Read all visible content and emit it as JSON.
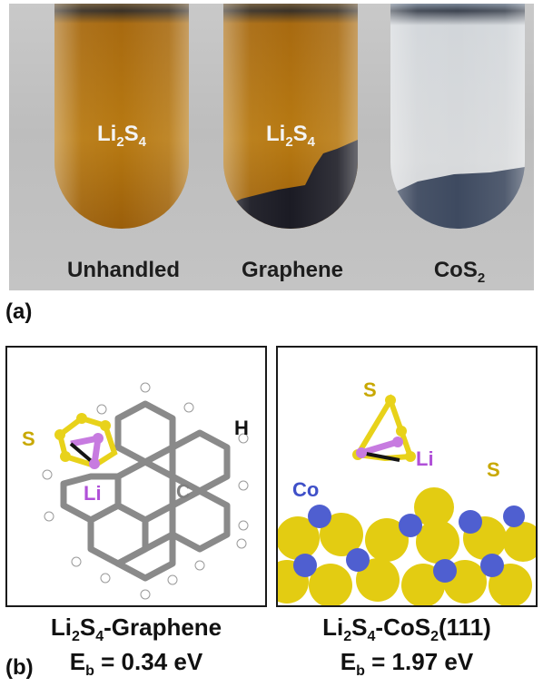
{
  "panel_a": {
    "letter": "(a)",
    "tubes": [
      {
        "name": "Unhandled",
        "content_main": "Li",
        "content_sub1": "2",
        "content_mid": "S",
        "content_sub2": "4"
      },
      {
        "name": "Graphene",
        "content_main": "Li",
        "content_sub1": "2",
        "content_mid": "S",
        "content_sub2": "4"
      },
      {
        "name_main": "CoS",
        "name_sub": "2"
      }
    ]
  },
  "panel_b": {
    "letter": "(b)",
    "left": {
      "atoms": {
        "s": "S",
        "li": "Li",
        "c": "C",
        "h": "H"
      },
      "caption_li": "Li",
      "caption_sub1": "2",
      "caption_s": "S",
      "caption_sub2": "4",
      "caption_rest": "-Graphene",
      "energy_e": "E",
      "energy_sub": "b",
      "energy_value": " = 0.34 eV"
    },
    "right": {
      "atoms": {
        "s_top": "S",
        "li": "Li",
        "s_right": "S",
        "co": "Co"
      },
      "caption_li": "Li",
      "caption_sub1": "2",
      "caption_s": "S",
      "caption_sub2": "4",
      "caption_mid": "-CoS",
      "caption_sub3": "2",
      "caption_rest": "(111)",
      "energy_e": "E",
      "energy_sub": "b",
      "energy_value": " = 1.97 eV"
    }
  },
  "colors": {
    "sulfur": "#e8d21a",
    "lithium": "#c77be0",
    "carbon": "#8e8e8e",
    "cobalt": "#4f5fd0",
    "solution": "#b9760c"
  }
}
